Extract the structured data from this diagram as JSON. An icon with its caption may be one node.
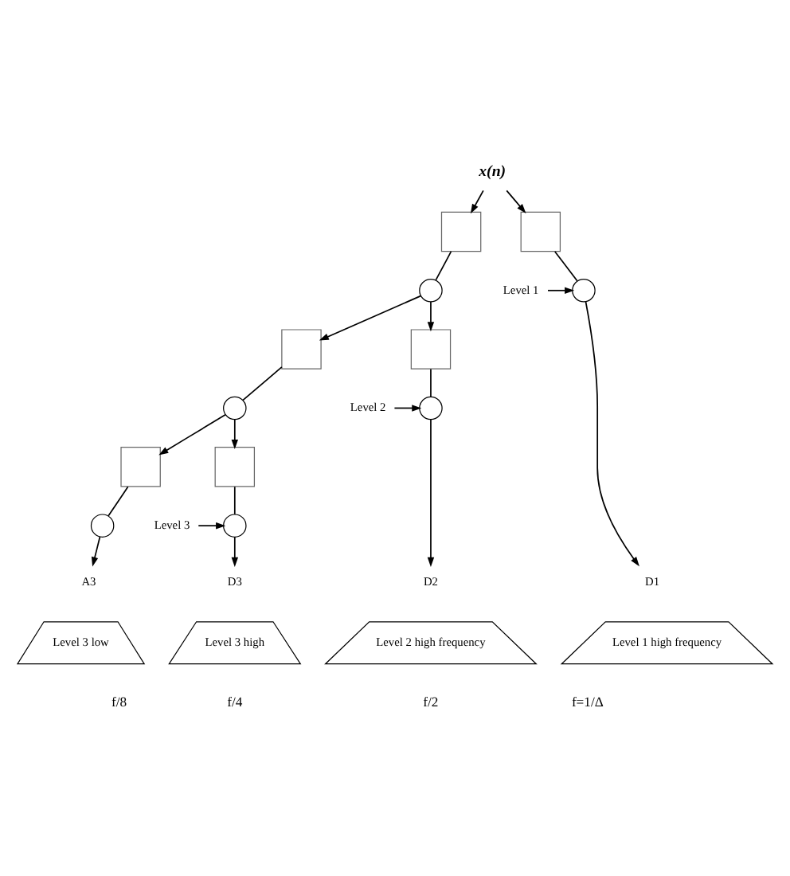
{
  "diagram": {
    "nodes": [
      {
        "text": [
          "x(n)"
        ]
      },
      {
        "text": [],
        "shape": "box"
      },
      {
        "text": [],
        "shape": "box"
      },
      {
        "text": [],
        "shape": "circle"
      },
      {
        "text": [],
        "shape": "circle"
      },
      {
        "text": [],
        "shape": "box"
      },
      {
        "text": [],
        "shape": "box"
      },
      {
        "text": [],
        "shape": "circle"
      },
      {
        "text": [],
        "shape": "circle"
      },
      {
        "text": [],
        "shape": "box"
      },
      {
        "text": [],
        "shape": "box"
      },
      {
        "text": [],
        "shape": "circle"
      },
      {
        "text": [],
        "shape": "circle"
      },
      {
        "text": [
          "Level 1"
        ]
      },
      {
        "text": [
          "Level 2"
        ]
      },
      {
        "text": [
          "Level 3"
        ]
      },
      {
        "text": [
          "A3"
        ]
      },
      {
        "text": [
          "D3"
        ]
      },
      {
        "text": [
          "D2"
        ]
      },
      {
        "text": [
          "D1"
        ]
      },
      {
        "text": [
          "Level 3 low"
        ]
      },
      {
        "text": [
          "Level 3 high"
        ]
      },
      {
        "text": [
          "Level 2 high frequency"
        ]
      },
      {
        "text": [
          "Level 1 high frequency"
        ]
      }
    ],
    "edges": [
      {
        "from": 0,
        "to": 1,
        "arrow": "to"
      },
      {
        "from": 0,
        "to": 2,
        "arrow": "to"
      },
      {
        "from": 1,
        "to": 3,
        "arrow": "none"
      },
      {
        "from": 2,
        "to": 4,
        "arrow": "none"
      },
      {
        "from": 3,
        "to": 5,
        "arrow": "to"
      },
      {
        "from": 3,
        "to": 6,
        "arrow": "to"
      },
      {
        "from": 5,
        "to": 7,
        "arrow": "none"
      },
      {
        "from": 6,
        "to": 8,
        "arrow": "none"
      },
      {
        "from": 7,
        "to": 9,
        "arrow": "to"
      },
      {
        "from": 7,
        "to": 10,
        "arrow": "to"
      },
      {
        "from": 9,
        "to": 11,
        "arrow": "none"
      },
      {
        "from": 10,
        "to": 12,
        "arrow": "none"
      },
      {
        "from": 11,
        "to": 16,
        "arrow": "to"
      },
      {
        "from": 12,
        "to": 17,
        "arrow": "to"
      },
      {
        "from": 8,
        "to": 18,
        "arrow": "to"
      },
      {
        "from": 4,
        "to": 19,
        "arrow": "to"
      },
      {
        "from": 13,
        "to": 4,
        "arrow": "to"
      },
      {
        "from": 14,
        "to": 8,
        "arrow": "to"
      },
      {
        "from": 15,
        "to": 12,
        "arrow": "to"
      }
    ],
    "labels": [
      "f/8",
      "f/4",
      "f/2",
      "f=1/Δ"
    ]
  }
}
